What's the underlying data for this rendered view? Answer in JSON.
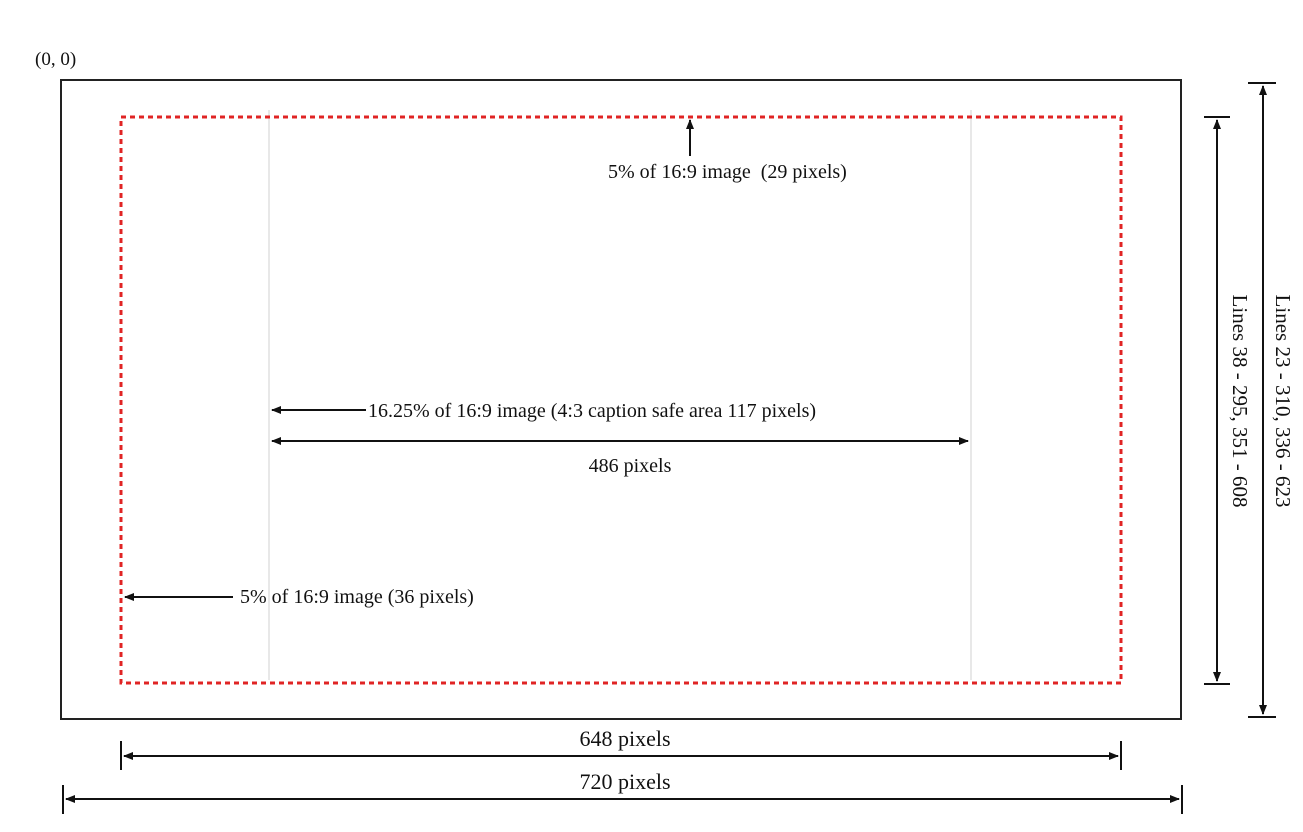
{
  "labels": {
    "origin": "(0, 0)",
    "top_margin": "5% of 16:9 image  (29 pixels)",
    "caption_safe": "16.25% of 16:9 image (4:3 caption safe area 117 pixels)",
    "inner_width": "486 pixels",
    "left_margin": "5% of 16:9 image (36 pixels)",
    "safe_width": "648 pixels",
    "full_width": "720 pixels",
    "safe_lines": "Lines 38 - 295, 351 - 608",
    "full_lines": "Lines 23 - 310, 336 - 623"
  },
  "colors": {
    "frame": "#222222",
    "safe_area": "#e02424",
    "guide": "#d0d0d0",
    "arrow": "#111111"
  }
}
